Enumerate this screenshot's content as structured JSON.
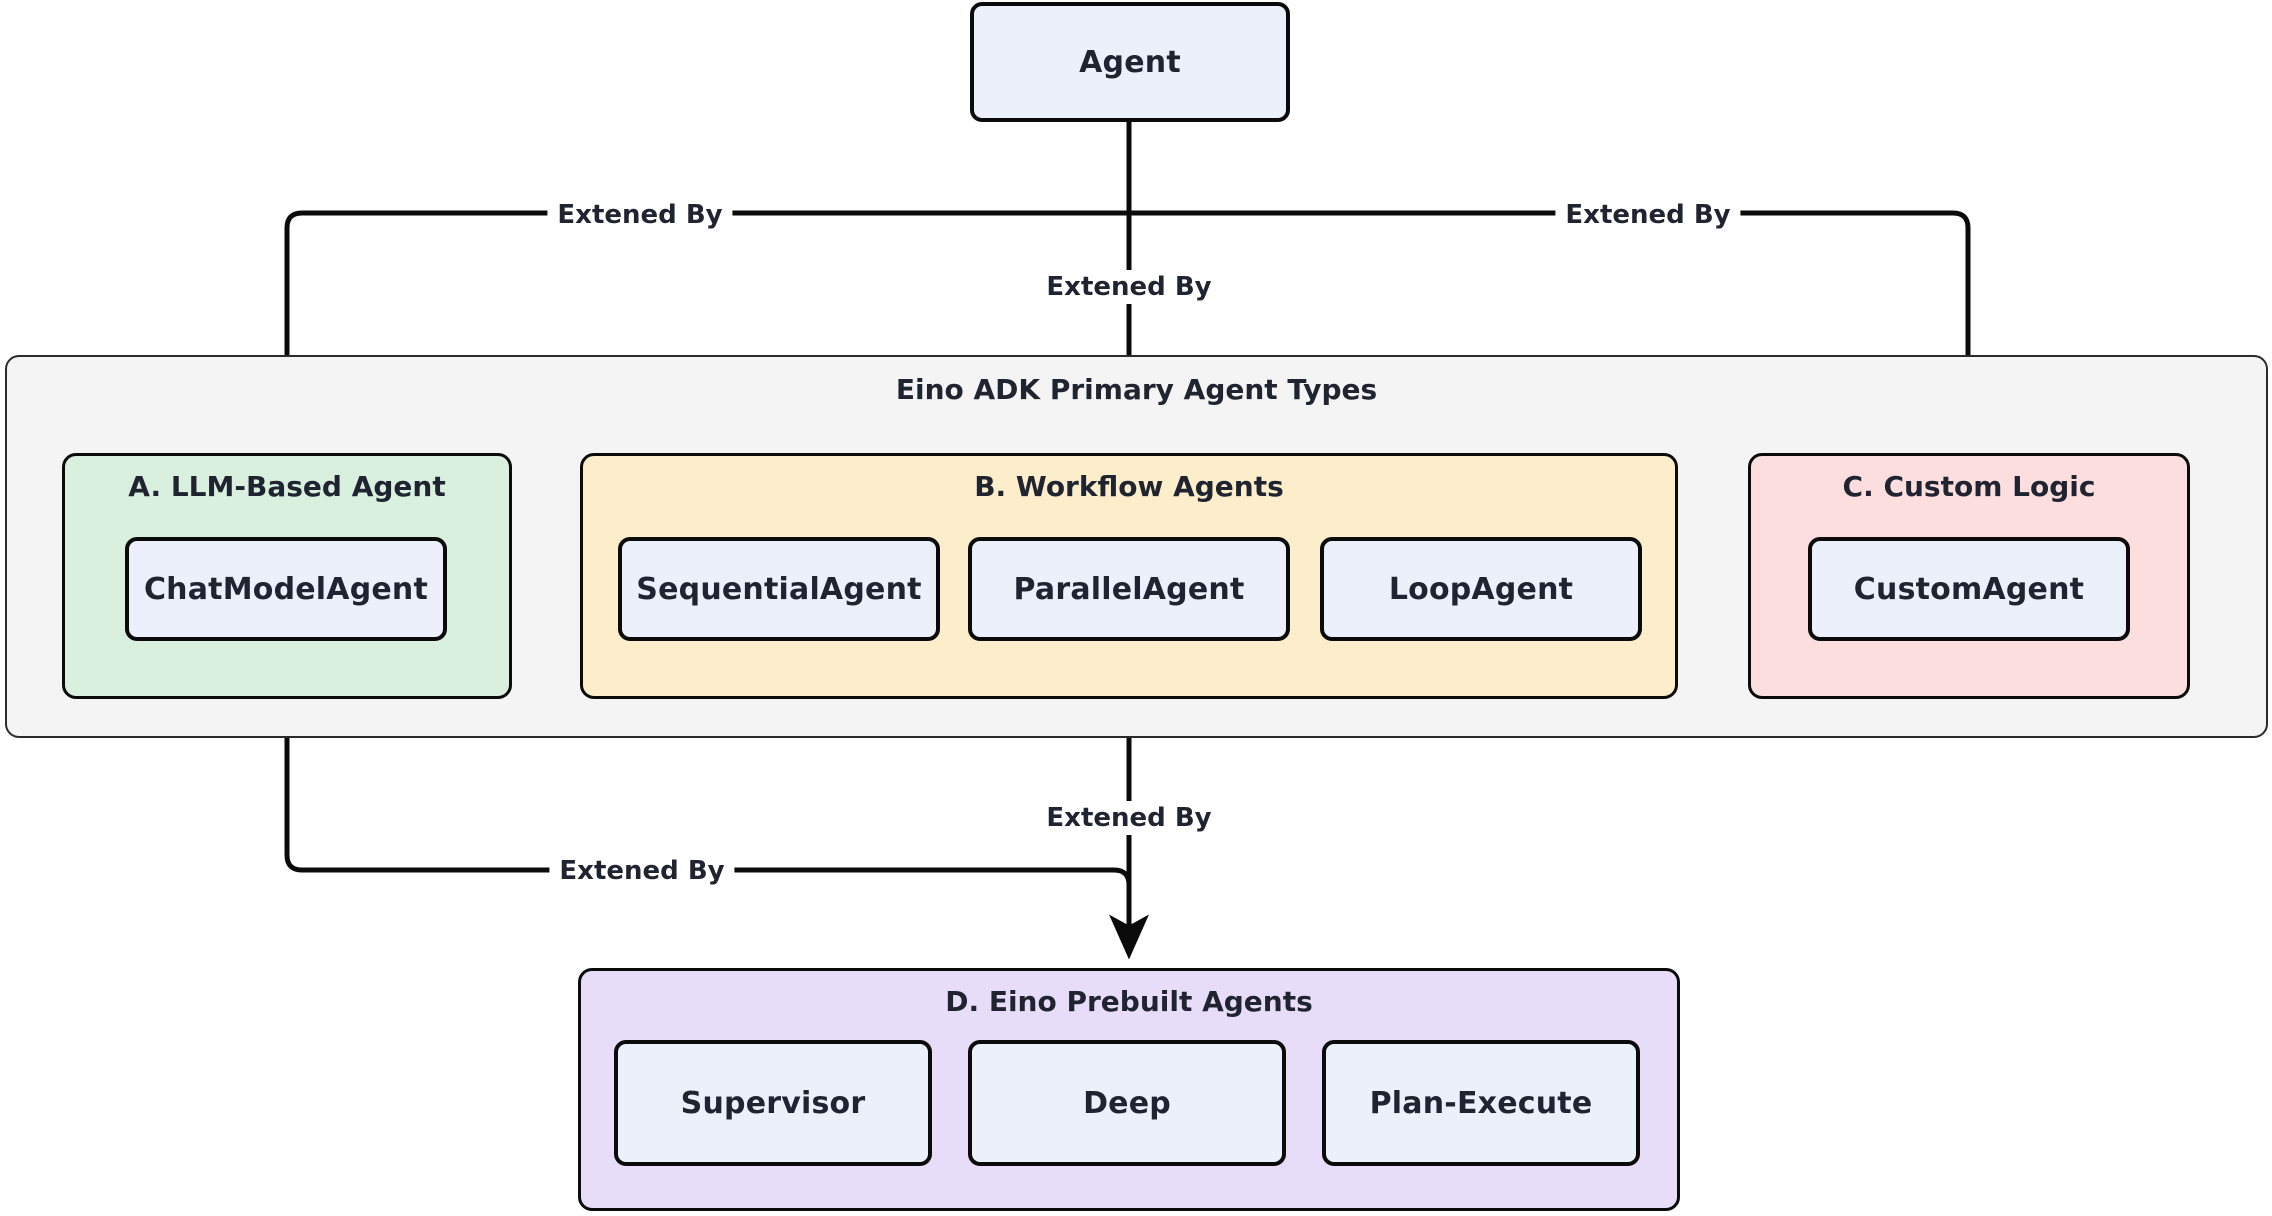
{
  "diagram": {
    "type": "flowchart",
    "root": {
      "id": "agent",
      "label": "Agent"
    },
    "container": {
      "id": "eino-adk",
      "label": "Eino ADK Primary Agent Types"
    },
    "clusters": [
      {
        "id": "a-llm-based-agent",
        "label": "A. LLM-Based Agent",
        "color": "#d8f0dd",
        "nodes": [
          {
            "id": "chat-model-agent",
            "label": "ChatModelAgent"
          }
        ]
      },
      {
        "id": "b-workflow-agents",
        "label": "B. Workflow Agents",
        "color": "#fceecb",
        "nodes": [
          {
            "id": "sequential-agent",
            "label": "SequentialAgent"
          },
          {
            "id": "parallel-agent",
            "label": "ParallelAgent"
          },
          {
            "id": "loop-agent",
            "label": "LoopAgent"
          }
        ]
      },
      {
        "id": "c-custom-logic",
        "label": "C. Custom Logic",
        "color": "#fcdede",
        "nodes": [
          {
            "id": "custom-agent",
            "label": "CustomAgent"
          }
        ]
      },
      {
        "id": "d-eino-prebuilt-agents",
        "label": "D. Eino Prebuilt Agents",
        "color": "#e8ddf8",
        "nodes": [
          {
            "id": "supervisor",
            "label": "Supervisor"
          },
          {
            "id": "deep",
            "label": "Deep"
          },
          {
            "id": "plan-execute",
            "label": "Plan-Execute"
          }
        ]
      }
    ],
    "edges": [
      {
        "id": "agent-to-a",
        "label": "Extened By",
        "from": "agent",
        "to": "a-llm-based-agent"
      },
      {
        "id": "agent-to-b",
        "label": "Extened By",
        "from": "agent",
        "to": "b-workflow-agents"
      },
      {
        "id": "agent-to-c",
        "label": "Extened By",
        "from": "agent",
        "to": "c-custom-logic"
      },
      {
        "id": "a-to-d",
        "label": "Extened By",
        "from": "a-llm-based-agent",
        "to": "d-eino-prebuilt-agents"
      },
      {
        "id": "b-to-d",
        "label": "Extened By",
        "from": "b-workflow-agents",
        "to": "d-eino-prebuilt-agents"
      }
    ],
    "colors": {
      "node_fill": "#ecf0fb",
      "node_stroke": "#0b0b0c",
      "container_fill": "#f4f4f4",
      "text": "#1f2430",
      "edge_stroke": "#0b0b0c"
    }
  }
}
